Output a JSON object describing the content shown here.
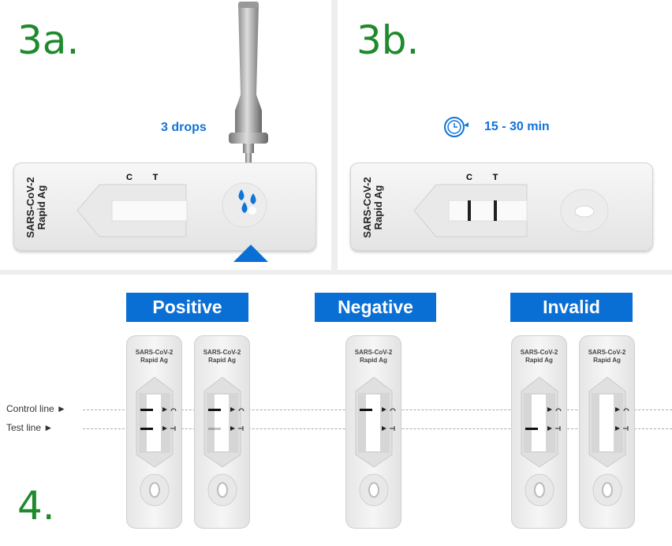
{
  "steps": {
    "a": "3a.",
    "b": "3b.",
    "c": "4."
  },
  "step3a": {
    "drops_label": "3 drops",
    "cassette_label_1": "SARS-CoV-2",
    "cassette_label_2": "Rapid Ag",
    "c_mark": "C",
    "t_mark": "T",
    "icons": [
      "dropper-icon",
      "water-drop-icon",
      "triangle-pointer-icon"
    ]
  },
  "step3b": {
    "time_label": "15 - 30 min",
    "cassette_label_1": "SARS-CoV-2",
    "cassette_label_2": "Rapid Ag",
    "c_mark": "C",
    "t_mark": "T",
    "icons": [
      "clock-icon"
    ]
  },
  "step4": {
    "control_line": "Control line",
    "test_line": "Test line",
    "results": [
      {
        "label": "Positive",
        "cassettes": [
          {
            "control": 1,
            "test": 1
          },
          {
            "control": 1,
            "test": 0.25
          }
        ]
      },
      {
        "label": "Negative",
        "cassettes": [
          {
            "control": 1,
            "test": 0
          }
        ]
      },
      {
        "label": "Invalid",
        "cassettes": [
          {
            "control": 0,
            "test": 1
          },
          {
            "control": 0,
            "test": 0
          }
        ]
      }
    ],
    "cassette_label_1": "SARS-CoV-2",
    "cassette_label_2": "Rapid Ag"
  },
  "colors": {
    "blue": "#0a6fd4",
    "green": "#1e8a2c"
  }
}
